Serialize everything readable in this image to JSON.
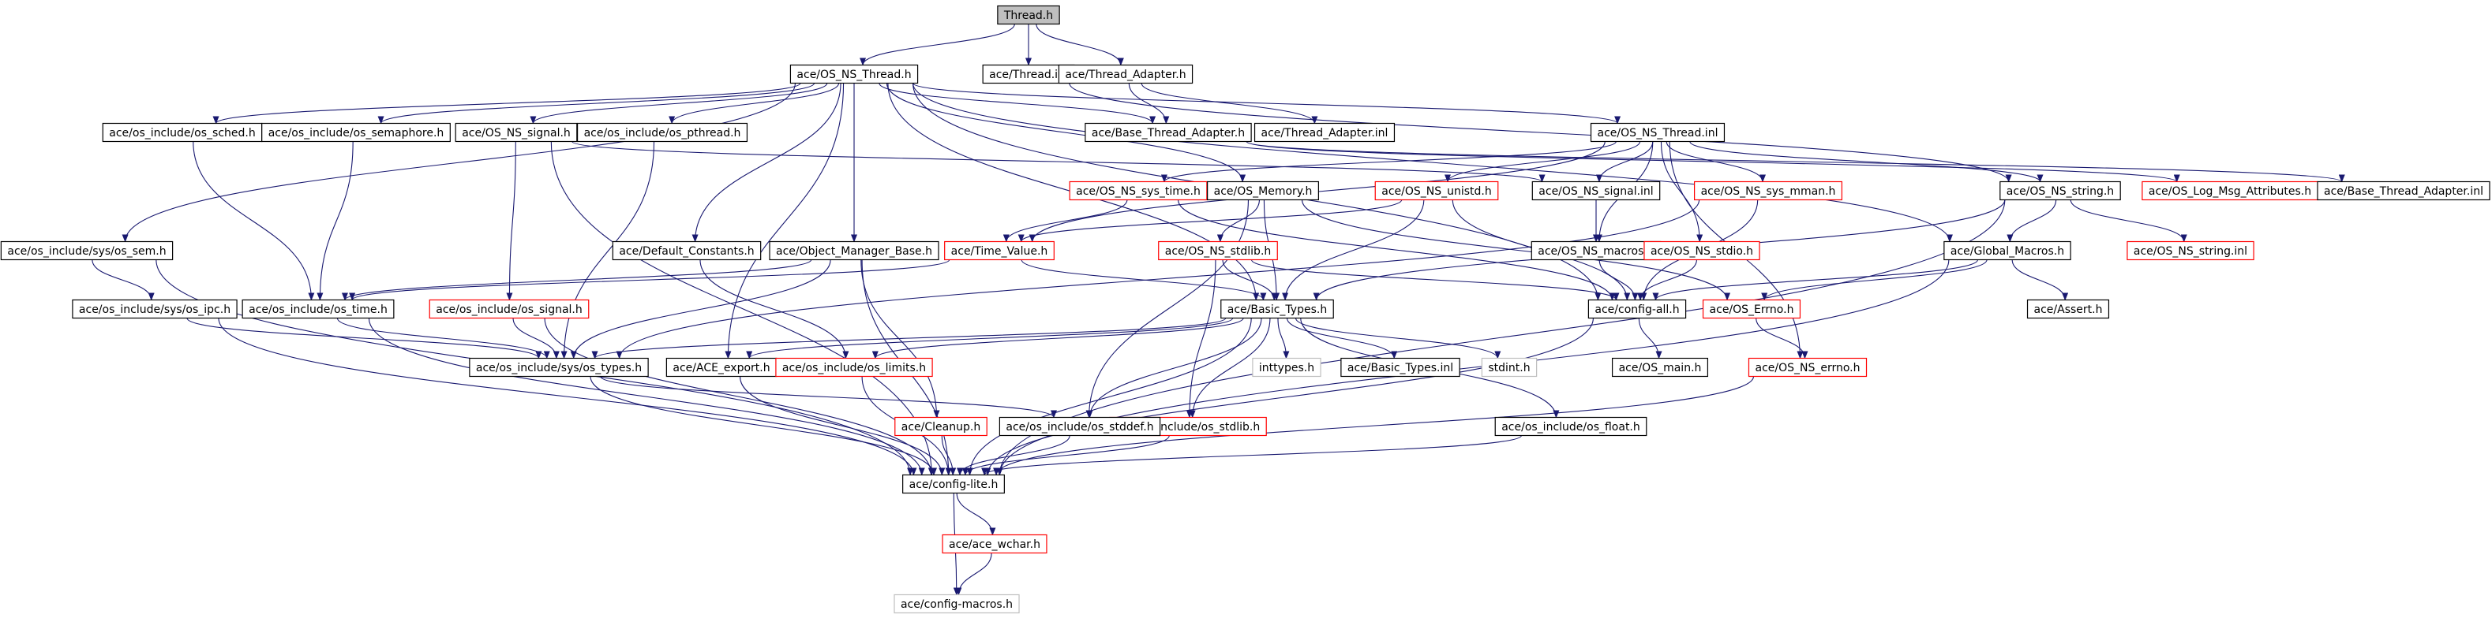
{
  "graph": {
    "title": "",
    "colors": {
      "edge": "#191970",
      "border_default": "#000000",
      "border_incomplete": "#ff0000",
      "border_missing": "#bfbfbf",
      "fill_root": "#bfbfbf",
      "fill_default": "#ffffff",
      "text_default": "#000000",
      "text_missing": "#808080"
    },
    "nodes": [
      {
        "id": "thread_h",
        "label": "Thread.h",
        "style": "root"
      },
      {
        "id": "os_ns_thread_h",
        "label": "ace/OS_NS_Thread.h",
        "style": "normal"
      },
      {
        "id": "ace_thread_inl",
        "label": "ace/Thread.inl",
        "style": "normal"
      },
      {
        "id": "thread_adapter_h",
        "label": "ace/Thread_Adapter.h",
        "style": "normal"
      },
      {
        "id": "os_sched",
        "label": "ace/os_include/os_sched.h",
        "style": "normal"
      },
      {
        "id": "os_semaphore",
        "label": "ace/os_include/os_semaphore.h",
        "style": "normal"
      },
      {
        "id": "os_ns_signal_h",
        "label": "ace/OS_NS_signal.h",
        "style": "normal"
      },
      {
        "id": "os_pthread",
        "label": "ace/os_include/os_pthread.h",
        "style": "normal"
      },
      {
        "id": "os_ns_thread_inl",
        "label": "ace/OS_NS_Thread.inl",
        "style": "normal"
      },
      {
        "id": "base_thread_adapter_h",
        "label": "ace/Base_Thread_Adapter.h",
        "style": "normal"
      },
      {
        "id": "thread_adapter_inl",
        "label": "ace/Thread_Adapter.inl",
        "style": "normal"
      },
      {
        "id": "os_ns_sys_time",
        "label": "ace/OS_NS_sys_time.h",
        "style": "incomplete"
      },
      {
        "id": "os_memory",
        "label": "ace/OS_Memory.h",
        "style": "normal"
      },
      {
        "id": "os_ns_unistd",
        "label": "ace/OS_NS_unistd.h",
        "style": "incomplete"
      },
      {
        "id": "os_ns_signal_inl",
        "label": "ace/OS_NS_signal.inl",
        "style": "normal"
      },
      {
        "id": "os_ns_sys_mman",
        "label": "ace/OS_NS_sys_mman.h",
        "style": "incomplete"
      },
      {
        "id": "os_ns_string_h",
        "label": "ace/OS_NS_string.h",
        "style": "normal"
      },
      {
        "id": "os_log_msg_attr",
        "label": "ace/OS_Log_Msg_Attributes.h",
        "style": "incomplete"
      },
      {
        "id": "base_thread_adapter_inl",
        "label": "ace/Base_Thread_Adapter.inl",
        "style": "normal"
      },
      {
        "id": "sys_os_sem",
        "label": "ace/os_include/sys/os_sem.h",
        "style": "normal"
      },
      {
        "id": "default_constants",
        "label": "ace/Default_Constants.h",
        "style": "normal"
      },
      {
        "id": "object_manager_base",
        "label": "ace/Object_Manager_Base.h",
        "style": "normal"
      },
      {
        "id": "time_value",
        "label": "ace/Time_Value.h",
        "style": "incomplete"
      },
      {
        "id": "os_ns_stdlib",
        "label": "ace/OS_NS_stdlib.h",
        "style": "incomplete"
      },
      {
        "id": "os_ns_macros",
        "label": "ace/OS_NS_macros.h",
        "style": "normal"
      },
      {
        "id": "os_ns_stdio",
        "label": "ace/OS_NS_stdio.h",
        "style": "incomplete"
      },
      {
        "id": "global_macros",
        "label": "ace/Global_Macros.h",
        "style": "normal"
      },
      {
        "id": "os_ns_string_inl",
        "label": "ace/OS_NS_string.inl",
        "style": "incomplete"
      },
      {
        "id": "sys_os_ipc",
        "label": "ace/os_include/sys/os_ipc.h",
        "style": "normal"
      },
      {
        "id": "os_time",
        "label": "ace/os_include/os_time.h",
        "style": "normal"
      },
      {
        "id": "os_signal",
        "label": "ace/os_include/os_signal.h",
        "style": "incomplete"
      },
      {
        "id": "basic_types_h",
        "label": "ace/Basic_Types.h",
        "style": "normal"
      },
      {
        "id": "config_all",
        "label": "ace/config-all.h",
        "style": "normal"
      },
      {
        "id": "os_errno",
        "label": "ace/OS_Errno.h",
        "style": "incomplete"
      },
      {
        "id": "assert_h",
        "label": "ace/Assert.h",
        "style": "normal"
      },
      {
        "id": "sys_os_types",
        "label": "ace/os_include/sys/os_types.h",
        "style": "normal"
      },
      {
        "id": "ace_export",
        "label": "ace/ACE_export.h",
        "style": "normal"
      },
      {
        "id": "os_limits",
        "label": "ace/os_include/os_limits.h",
        "style": "incomplete"
      },
      {
        "id": "inttypes",
        "label": "inttypes.h",
        "style": "missing"
      },
      {
        "id": "basic_types_inl",
        "label": "ace/Basic_Types.inl",
        "style": "normal"
      },
      {
        "id": "stdint",
        "label": "stdint.h",
        "style": "missing"
      },
      {
        "id": "os_main",
        "label": "ace/OS_main.h",
        "style": "normal"
      },
      {
        "id": "os_ns_errno",
        "label": "ace/OS_NS_errno.h",
        "style": "incomplete"
      },
      {
        "id": "os_stdlib",
        "label": "ace/os_include/os_stdlib.h",
        "style": "incomplete"
      },
      {
        "id": "cleanup",
        "label": "ace/Cleanup.h",
        "style": "incomplete"
      },
      {
        "id": "os_stddef",
        "label": "ace/os_include/os_stddef.h",
        "style": "normal"
      },
      {
        "id": "os_float",
        "label": "ace/os_include/os_float.h",
        "style": "normal"
      },
      {
        "id": "config_lite",
        "label": "ace/config-lite.h",
        "style": "normal"
      },
      {
        "id": "ace_wchar",
        "label": "ace/ace_wchar.h",
        "style": "incomplete"
      },
      {
        "id": "config_macros",
        "label": "ace/config-macros.h",
        "style": "missing"
      }
    ],
    "edges": [
      [
        "thread_h",
        "os_ns_thread_h"
      ],
      [
        "thread_h",
        "ace_thread_inl"
      ],
      [
        "thread_h",
        "thread_adapter_h"
      ],
      [
        "ace_thread_inl",
        "os_ns_string_h"
      ],
      [
        "thread_adapter_h",
        "base_thread_adapter_h"
      ],
      [
        "thread_adapter_h",
        "thread_adapter_inl"
      ],
      [
        "base_thread_adapter_h",
        "os_log_msg_attr"
      ],
      [
        "base_thread_adapter_h",
        "base_thread_adapter_inl"
      ],
      [
        "os_ns_thread_h",
        "sys_os_sem"
      ],
      [
        "os_ns_thread_h",
        "os_sched"
      ],
      [
        "os_ns_thread_h",
        "os_semaphore"
      ],
      [
        "os_ns_thread_h",
        "os_ns_signal_h"
      ],
      [
        "os_ns_thread_h",
        "os_pthread"
      ],
      [
        "os_ns_thread_h",
        "default_constants"
      ],
      [
        "os_ns_thread_h",
        "object_manager_base"
      ],
      [
        "os_ns_thread_h",
        "os_memory"
      ],
      [
        "os_ns_thread_h",
        "os_ns_thread_inl"
      ],
      [
        "os_ns_thread_h",
        "base_thread_adapter_h"
      ],
      [
        "os_ns_thread_h",
        "global_macros"
      ],
      [
        "os_ns_thread_h",
        "basic_types_h"
      ],
      [
        "os_ns_thread_h",
        "ace_export"
      ],
      [
        "os_ns_thread_h",
        "config_all"
      ],
      [
        "os_ns_thread_inl",
        "os_ns_sys_time"
      ],
      [
        "os_ns_thread_inl",
        "os_ns_unistd"
      ],
      [
        "os_ns_thread_inl",
        "os_ns_signal_inl"
      ],
      [
        "os_ns_thread_inl",
        "os_ns_sys_mman"
      ],
      [
        "os_ns_thread_inl",
        "os_ns_string_h"
      ],
      [
        "os_ns_thread_inl",
        "time_value"
      ],
      [
        "os_ns_thread_inl",
        "os_ns_macros"
      ],
      [
        "os_ns_thread_inl",
        "os_ns_stdio"
      ],
      [
        "os_ns_thread_inl",
        "os_ns_errno"
      ],
      [
        "os_ns_signal_h",
        "os_signal"
      ],
      [
        "os_ns_signal_h",
        "config_lite"
      ],
      [
        "os_ns_signal_h",
        "os_ns_signal_inl"
      ],
      [
        "os_ns_signal_inl",
        "os_ns_macros"
      ],
      [
        "os_ns_macros",
        "config_all"
      ],
      [
        "sys_os_sem",
        "sys_os_ipc"
      ],
      [
        "sys_os_sem",
        "config_lite"
      ],
      [
        "sys_os_ipc",
        "sys_os_types"
      ],
      [
        "sys_os_ipc",
        "config_lite"
      ],
      [
        "os_sched",
        "os_time"
      ],
      [
        "os_semaphore",
        "os_time"
      ],
      [
        "os_pthread",
        "sys_os_types"
      ],
      [
        "os_time",
        "sys_os_types"
      ],
      [
        "os_time",
        "config_lite"
      ],
      [
        "os_signal",
        "sys_os_types"
      ],
      [
        "os_signal",
        "config_lite"
      ],
      [
        "default_constants",
        "os_limits"
      ],
      [
        "object_manager_base",
        "os_time"
      ],
      [
        "object_manager_base",
        "cleanup"
      ],
      [
        "object_manager_base",
        "config_lite"
      ],
      [
        "object_manager_base",
        "sys_os_types"
      ],
      [
        "os_memory",
        "os_ns_stdlib"
      ],
      [
        "os_memory",
        "basic_types_h"
      ],
      [
        "os_memory",
        "os_stddef"
      ],
      [
        "os_memory",
        "os_errno"
      ],
      [
        "os_ns_sys_time",
        "time_value"
      ],
      [
        "os_ns_sys_time",
        "config_all"
      ],
      [
        "os_ns_unistd",
        "time_value"
      ],
      [
        "os_ns_unistd",
        "basic_types_h"
      ],
      [
        "os_ns_unistd",
        "config_all"
      ],
      [
        "os_ns_sys_mman",
        "sys_os_types"
      ],
      [
        "os_ns_sys_mman",
        "config_all"
      ],
      [
        "os_ns_string_h",
        "os_ns_string_inl"
      ],
      [
        "os_ns_string_h",
        "basic_types_h"
      ],
      [
        "os_ns_string_h",
        "config_lite"
      ],
      [
        "os_ns_string_h",
        "global_macros"
      ],
      [
        "time_value",
        "basic_types_h"
      ],
      [
        "time_value",
        "os_time"
      ],
      [
        "os_ns_stdlib",
        "basic_types_h"
      ],
      [
        "os_ns_stdlib",
        "config_all"
      ],
      [
        "os_ns_stdlib",
        "os_stdlib"
      ],
      [
        "os_ns_stdio",
        "config_all"
      ],
      [
        "global_macros",
        "config_all"
      ],
      [
        "global_macros",
        "assert_h"
      ],
      [
        "global_macros",
        "config_lite"
      ],
      [
        "global_macros",
        "os_errno"
      ],
      [
        "basic_types_h",
        "sys_os_types"
      ],
      [
        "basic_types_h",
        "ace_export"
      ],
      [
        "basic_types_h",
        "os_limits"
      ],
      [
        "basic_types_h",
        "inttypes"
      ],
      [
        "basic_types_h",
        "basic_types_inl"
      ],
      [
        "basic_types_h",
        "stdint"
      ],
      [
        "basic_types_h",
        "os_stdlib"
      ],
      [
        "basic_types_h",
        "os_stddef"
      ],
      [
        "basic_types_h",
        "os_float"
      ],
      [
        "basic_types_h",
        "config_lite"
      ],
      [
        "config_all",
        "os_main"
      ],
      [
        "config_all",
        "config_lite"
      ],
      [
        "os_errno",
        "os_ns_errno"
      ],
      [
        "os_ns_errno",
        "config_lite"
      ],
      [
        "sys_os_types",
        "os_stddef"
      ],
      [
        "sys_os_types",
        "config_lite"
      ],
      [
        "ace_export",
        "config_lite"
      ],
      [
        "os_limits",
        "config_lite"
      ],
      [
        "os_stdlib",
        "os_stddef"
      ],
      [
        "os_stdlib",
        "config_lite"
      ],
      [
        "cleanup",
        "config_lite"
      ],
      [
        "os_stddef",
        "config_lite"
      ],
      [
        "os_float",
        "config_lite"
      ],
      [
        "config_lite",
        "ace_wchar"
      ],
      [
        "config_lite",
        "config_macros"
      ],
      [
        "ace_wchar",
        "config_macros"
      ]
    ]
  }
}
